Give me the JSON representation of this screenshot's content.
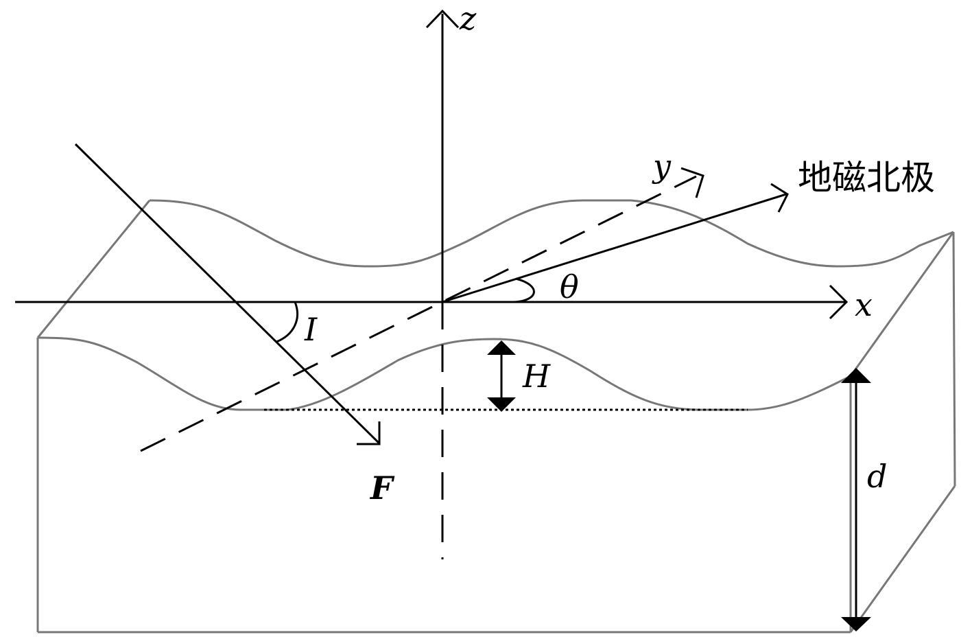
{
  "labels": {
    "z_axis": "z",
    "x_axis": "x",
    "y_axis": "y",
    "north_pole": "地磁北极",
    "theta": "θ",
    "inclination": "I",
    "amplitude": "H",
    "thickness": "d",
    "field": "F"
  },
  "colors": {
    "line": "#000000",
    "block": "#777777"
  }
}
